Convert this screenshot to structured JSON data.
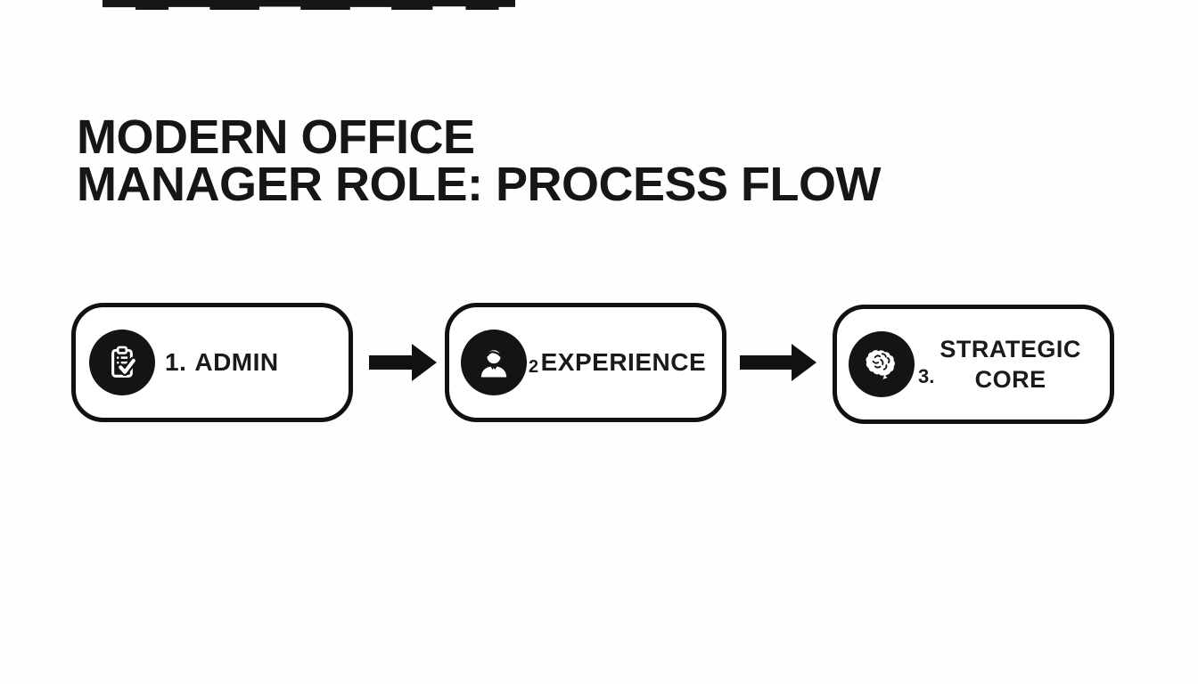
{
  "title": {
    "line1": "MODERN OFFICE",
    "line2": "MANAGER ROLE: PROCESS FLOW"
  },
  "flow": {
    "steps": [
      {
        "number": "1.",
        "label": "ADMIN",
        "icon": "clipboard-check-icon"
      },
      {
        "number": "2",
        "label": "EXPERIENCE",
        "icon": "businessperson-icon"
      },
      {
        "number": "3.",
        "label": "STRATEGIC CORE",
        "label_line1": "STRATEGIC",
        "label_line2": "CORE",
        "icon": "brain-icon"
      }
    ],
    "connector": "arrow-right"
  },
  "colors": {
    "ink": "#111111",
    "background": "#fdfefe",
    "icon_badge_bg": "#141414",
    "icon_glyph": "#ffffff"
  }
}
